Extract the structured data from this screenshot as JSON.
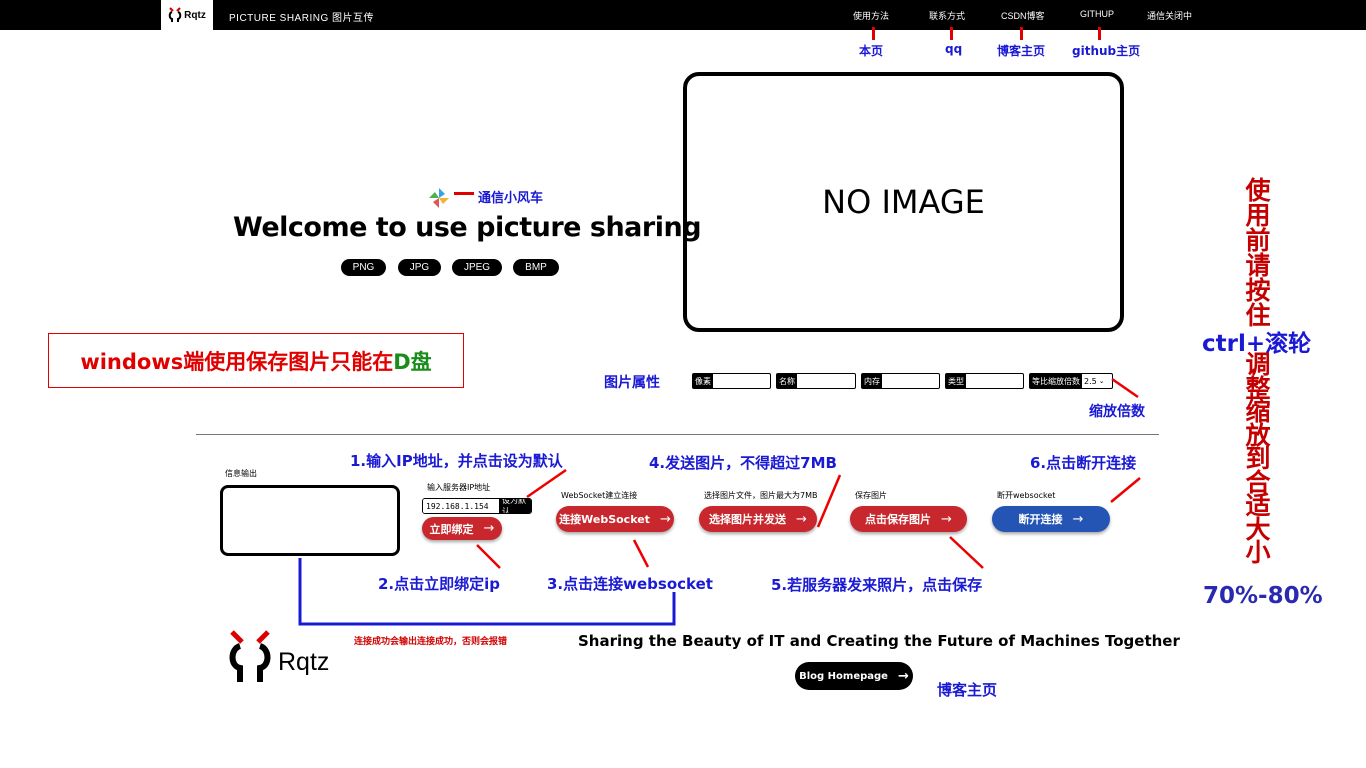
{
  "nav": {
    "brand_logo_text": "Rqtz",
    "site_title": "PICTURE SHARING 图片互传",
    "items": [
      "使用方法",
      "联系方式",
      "CSDN博客",
      "GITHUP",
      "通信关闭中"
    ]
  },
  "nav_notes": [
    "本页",
    "qq",
    "博客主页",
    "github主页"
  ],
  "pinwheel_note": "通信小风车",
  "welcome": "Welcome to use picture sharing",
  "formats": [
    "PNG",
    "JPG",
    "JPEG",
    "BMP"
  ],
  "preview": {
    "text": "NO IMAGE"
  },
  "warning": {
    "prefix": "windows端使用保存图片只能在",
    "highlight": "D盘"
  },
  "properties": {
    "label": "图片属性",
    "fields": [
      "像素",
      "名称",
      "内存",
      "类型"
    ],
    "scale_label": "等比缩放倍数",
    "scale_value": "2.5",
    "scale_note": "缩放倍数"
  },
  "steps": {
    "s1": "1.输入IP地址，并点击设为默认",
    "s2": "2.点击立即绑定ip",
    "s3": "3.点击连接websocket",
    "s4": "4.发送图片，不得超过7MB",
    "s5": "5.若服务器发来照片，点击保存",
    "s6": "6.点击断开连接"
  },
  "info_output_label": "信息输出",
  "ip_section": {
    "label": "输入服务器IP地址",
    "value": "192.168.1.154",
    "set_default": "设为默认",
    "bind_button": "立即绑定"
  },
  "ws_section": {
    "label": "WebSocket建立连接",
    "button": "连接WebSocket"
  },
  "send_section": {
    "label": "选择图片文件，图片最大为7MB",
    "button": "选择图片并发送"
  },
  "save_section": {
    "label": "保存图片",
    "button": "点击保存图片"
  },
  "disconnect_section": {
    "label": "断开websocket",
    "button": "断开连接"
  },
  "connect_note": "连接成功会输出连接成功，否则会报错",
  "footer": {
    "logo_text": "Rqtz",
    "tagline": "Sharing the Beauty of IT and Creating the Future of Machines Together",
    "blog_button": "Blog Homepage",
    "blog_note": "博客主页"
  },
  "side_note": {
    "part1": "使用前请按住",
    "part2": "ctrl+滚轮",
    "part3": "调整缩放到合适大小",
    "percent": "70%-80%"
  },
  "colors": {
    "annotation_blue": "#1a1ad4",
    "annotation_red": "#e00000",
    "button_red": "#c8272d",
    "button_blue": "#2455b5",
    "green": "#1a8c1a"
  }
}
